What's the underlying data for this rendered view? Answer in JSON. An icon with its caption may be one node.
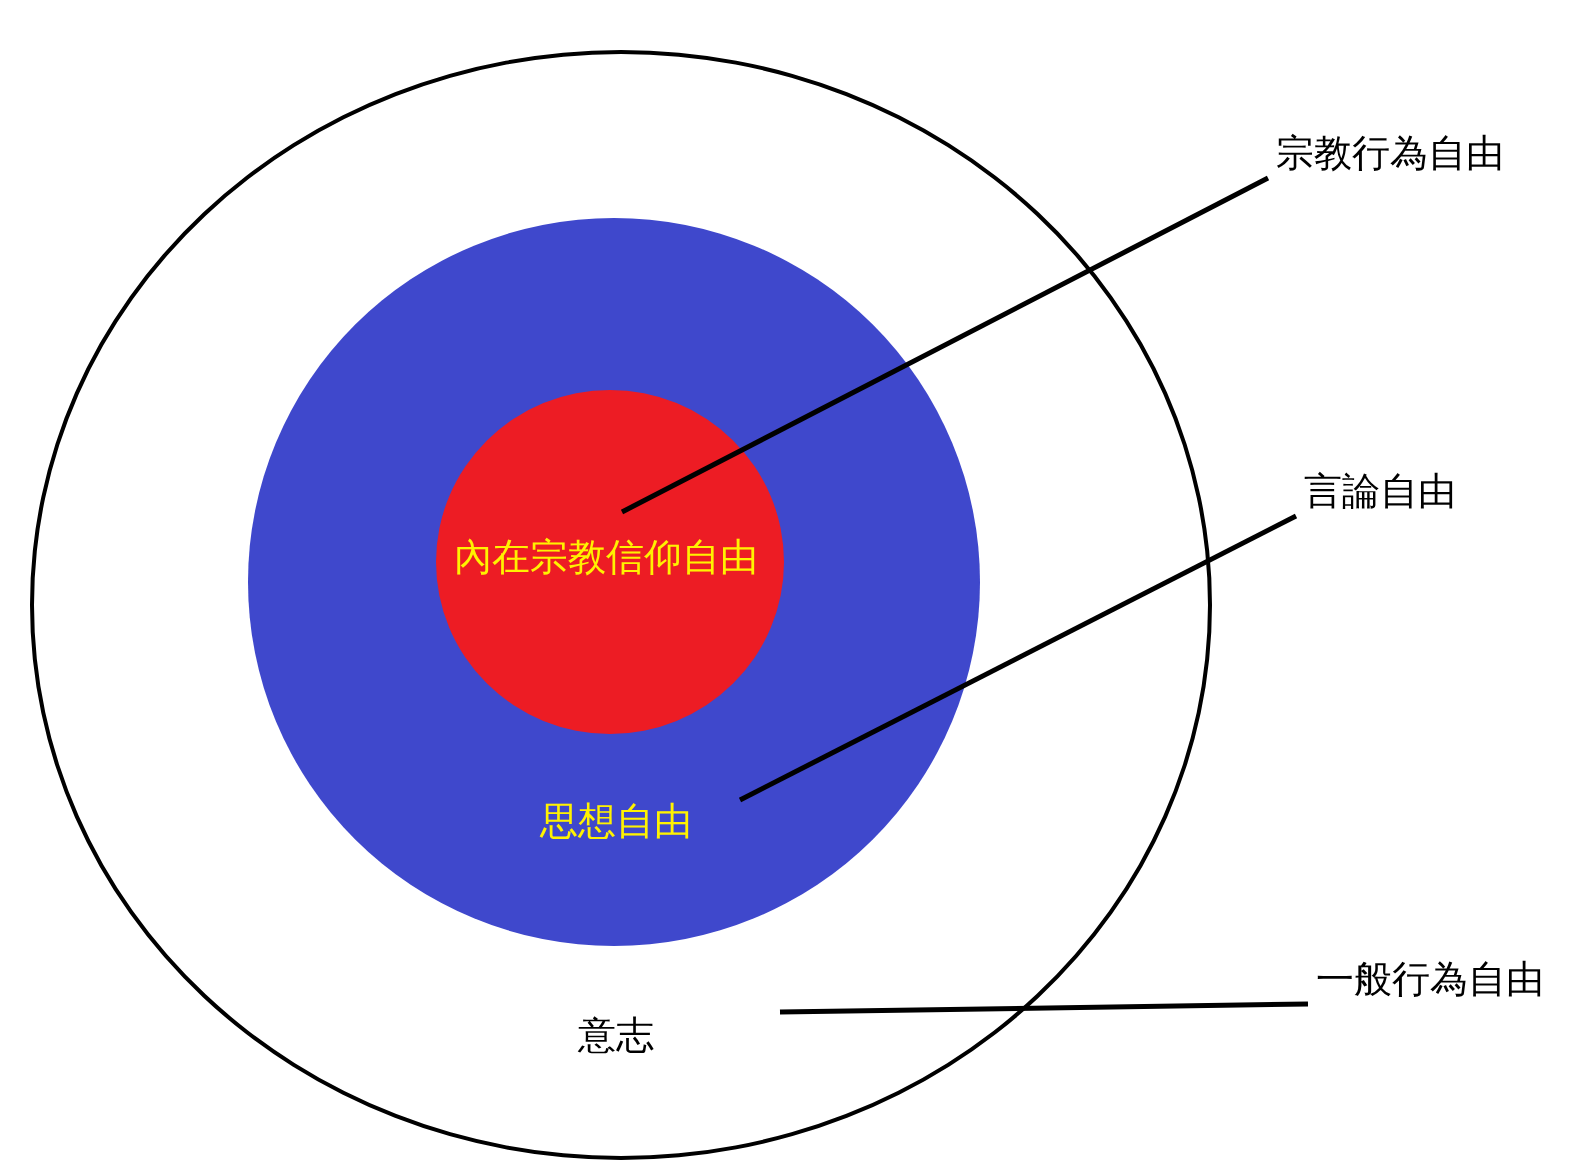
{
  "diagram": {
    "nodes": [
      {
        "text": [
          "意志"
        ]
      },
      {
        "text": [
          "思想自由"
        ],
        "in": 0
      },
      {
        "text": [
          "內在宗教信仰自由"
        ],
        "in": 1
      },
      {
        "text": [
          "宗教行為自由"
        ]
      },
      {
        "text": [
          "言論自由"
        ]
      },
      {
        "text": [
          "一般行為自由"
        ]
      }
    ],
    "edges": [
      {
        "from": 3,
        "to": 2,
        "arrow": "none"
      },
      {
        "from": 4,
        "to": 1,
        "arrow": "none"
      },
      {
        "from": 5,
        "to": 0,
        "arrow": "none"
      }
    ]
  }
}
